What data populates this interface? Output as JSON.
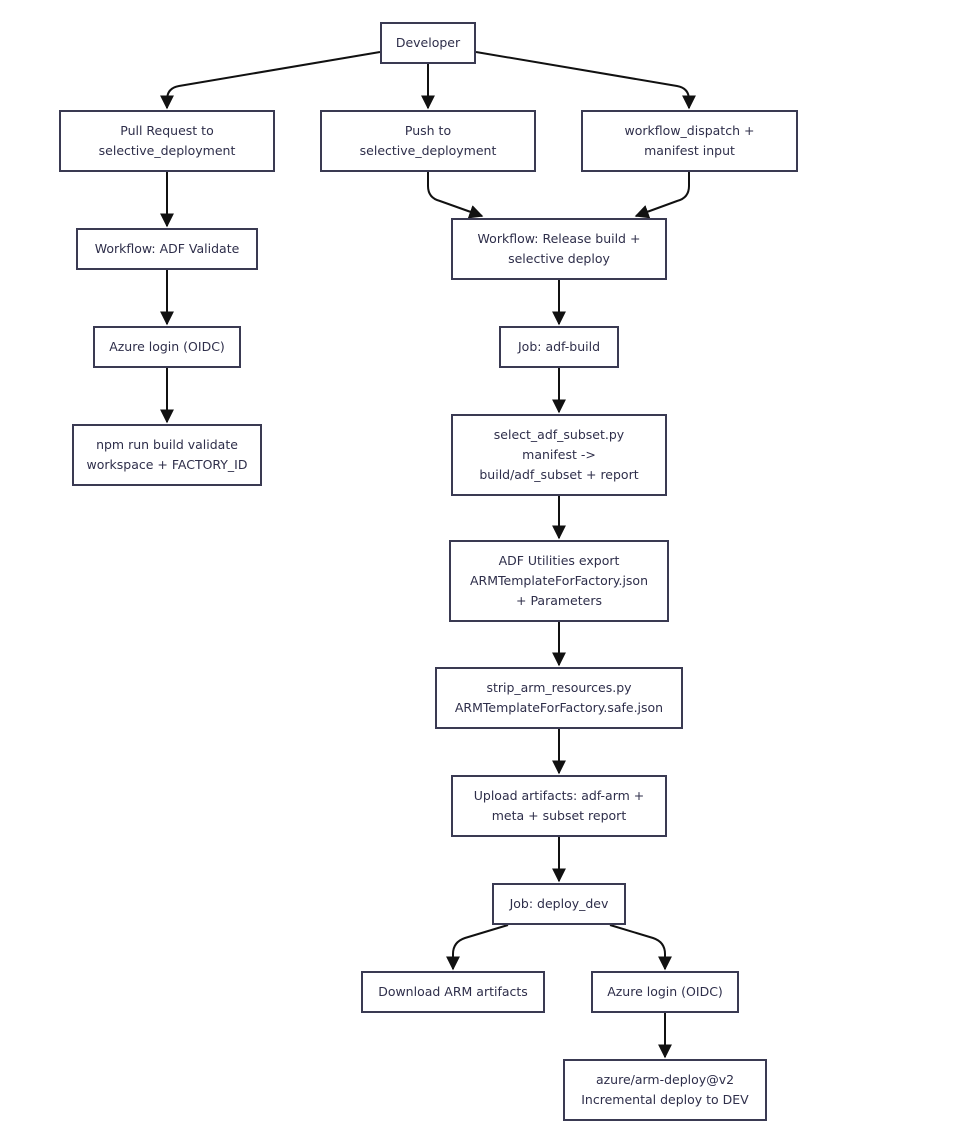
{
  "nodes": {
    "developer": {
      "lines": [
        "Developer"
      ]
    },
    "pull_request": {
      "lines": [
        "Pull Request to",
        "selective_deployment"
      ]
    },
    "push": {
      "lines": [
        "Push to",
        "selective_deployment"
      ]
    },
    "workflow_dispatch": {
      "lines": [
        "workflow_dispatch +",
        "manifest input"
      ]
    },
    "adf_validate": {
      "lines": [
        "Workflow: ADF Validate"
      ]
    },
    "release_build": {
      "lines": [
        "Workflow: Release build +",
        "selective deploy"
      ]
    },
    "azure_login_validate": {
      "lines": [
        "Azure login (OIDC)"
      ]
    },
    "job_adf_build": {
      "lines": [
        "Job: adf-build"
      ]
    },
    "npm_build": {
      "lines": [
        "npm run build validate",
        "workspace + FACTORY_ID"
      ]
    },
    "select_subset": {
      "lines": [
        "select_adf_subset.py",
        "manifest ->",
        "build/adf_subset + report"
      ]
    },
    "adf_utilities_export": {
      "lines": [
        "ADF Utilities export",
        "ARMTemplateForFactory.json",
        "+ Parameters"
      ]
    },
    "strip_arm": {
      "lines": [
        "strip_arm_resources.py",
        "ARMTemplateForFactory.safe.json"
      ]
    },
    "upload_artifacts": {
      "lines": [
        "Upload artifacts: adf-arm +",
        "meta + subset report"
      ]
    },
    "job_deploy_dev": {
      "lines": [
        "Job: deploy_dev"
      ]
    },
    "download_arm": {
      "lines": [
        "Download ARM artifacts"
      ]
    },
    "azure_login_deploy": {
      "lines": [
        "Azure login (OIDC)"
      ]
    },
    "arm_deploy": {
      "lines": [
        "azure/arm-deploy@v2",
        "Incremental deploy to DEV"
      ]
    }
  },
  "edges": [
    [
      "developer",
      "pull_request"
    ],
    [
      "developer",
      "push"
    ],
    [
      "developer",
      "workflow_dispatch"
    ],
    [
      "pull_request",
      "adf_validate"
    ],
    [
      "adf_validate",
      "azure_login_validate"
    ],
    [
      "azure_login_validate",
      "npm_build"
    ],
    [
      "push",
      "release_build"
    ],
    [
      "workflow_dispatch",
      "release_build"
    ],
    [
      "release_build",
      "job_adf_build"
    ],
    [
      "job_adf_build",
      "select_subset"
    ],
    [
      "select_subset",
      "adf_utilities_export"
    ],
    [
      "adf_utilities_export",
      "strip_arm"
    ],
    [
      "strip_arm",
      "upload_artifacts"
    ],
    [
      "upload_artifacts",
      "job_deploy_dev"
    ],
    [
      "job_deploy_dev",
      "download_arm"
    ],
    [
      "job_deploy_dev",
      "azure_login_deploy"
    ],
    [
      "azure_login_deploy",
      "arm_deploy"
    ]
  ],
  "colors": {
    "node_border": "#3a3a52",
    "node_text": "#2e2e4a",
    "edge": "#111111",
    "background": "#ffffff"
  }
}
